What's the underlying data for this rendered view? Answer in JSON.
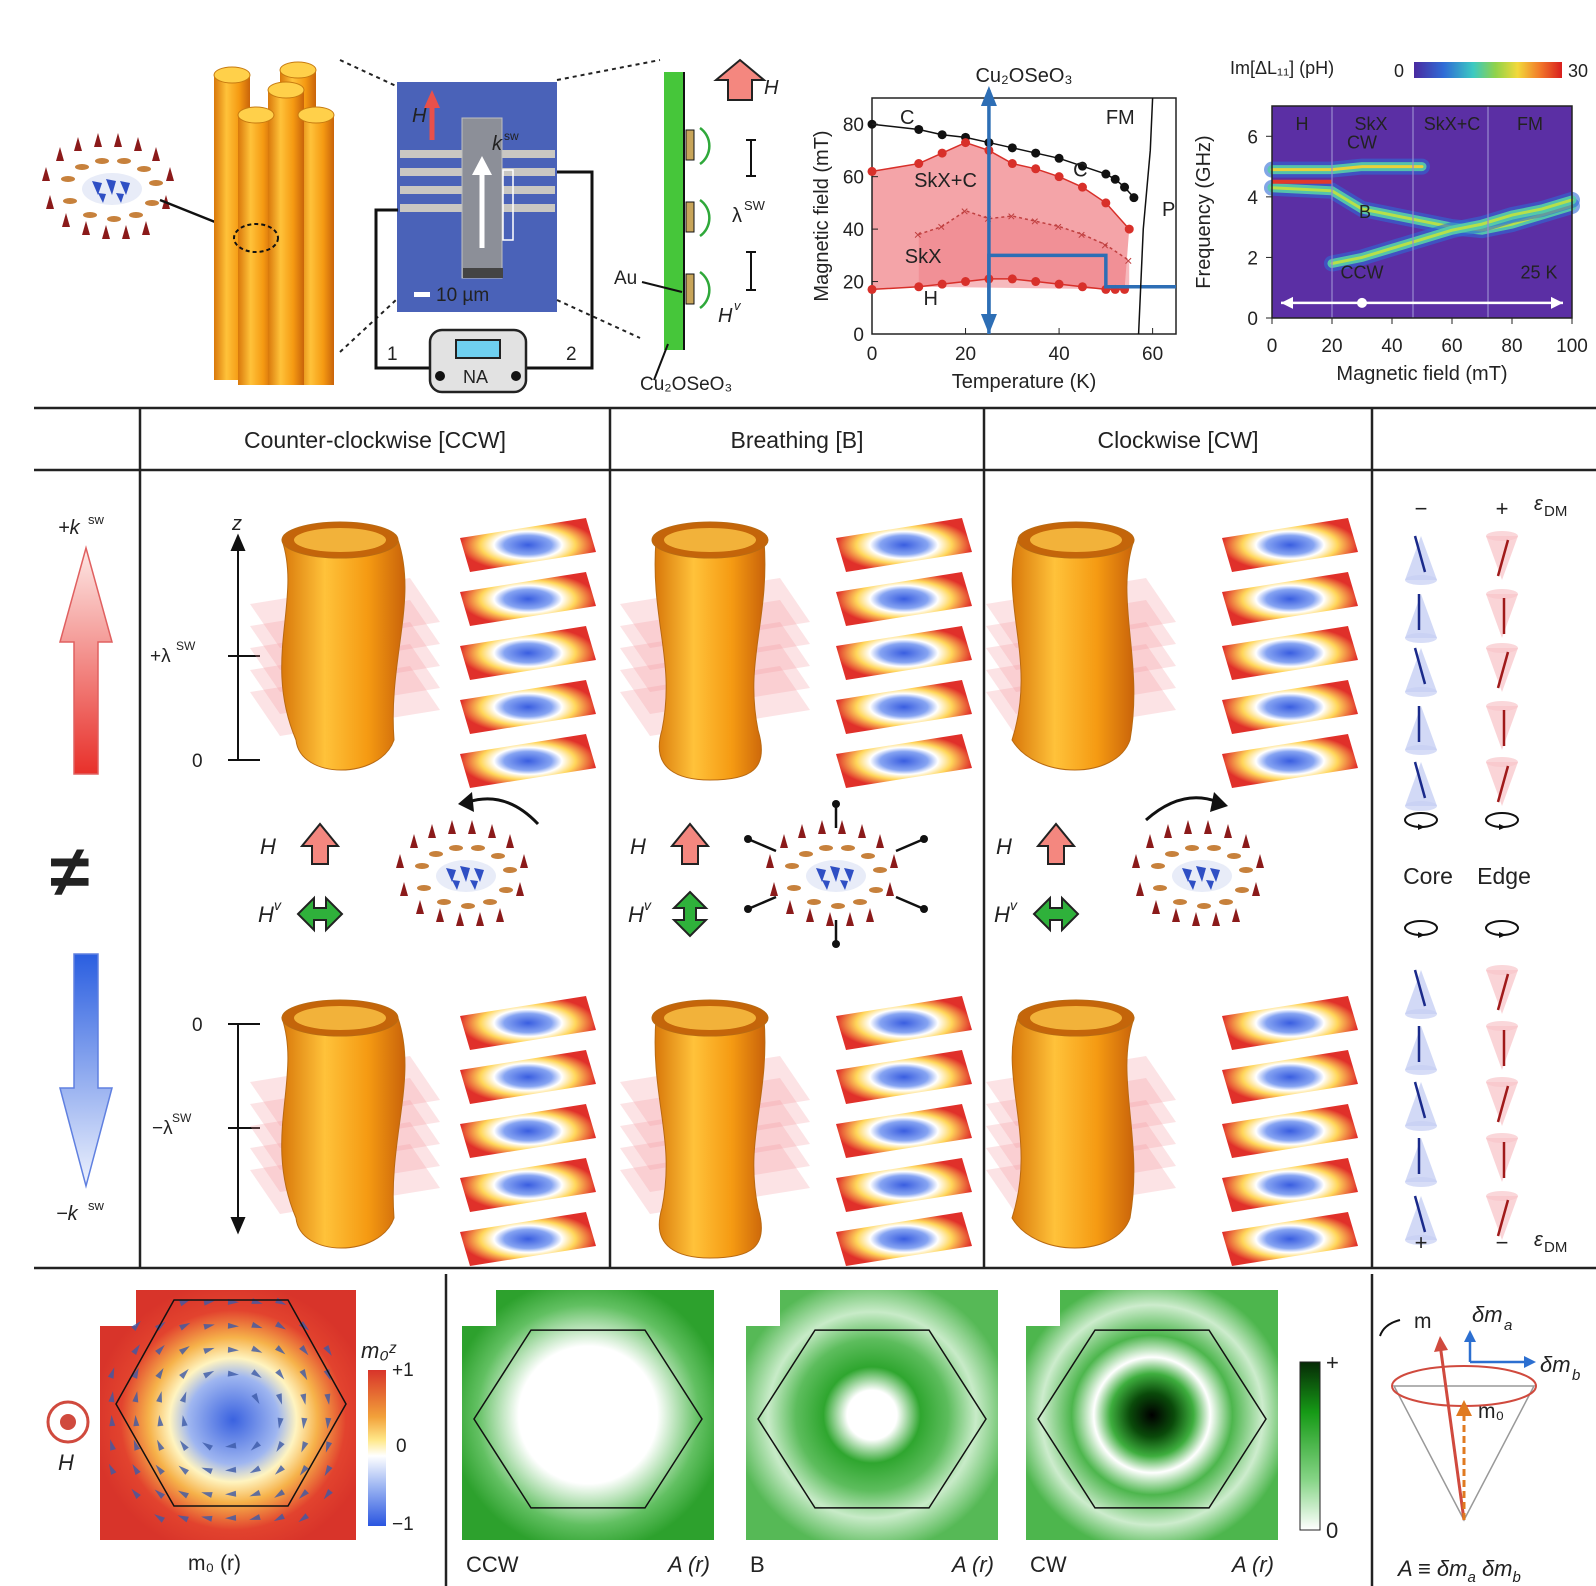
{
  "colors": {
    "red_arrow": "#f07870",
    "green_h": "#2fb13b",
    "blue_core": "#2c6fd0",
    "red_edge": "#d04a3e",
    "phase_fill": "#f4a4a8",
    "phase_fill_dark": "#ef7f86",
    "phase_line_blue": "#2d6eb5",
    "spectrum_bg": "#5b2fa4"
  },
  "icons": [
    "skyrmion-icon",
    "skyrmion-tube-icon",
    "network-analyzer-icon",
    "precession-cone-icon",
    "field-dot-icon",
    "mode-arrow-icon"
  ],
  "panel_a": {
    "device": {
      "h_label": "H",
      "k_label": "k",
      "k_sup": "sw",
      "scale_label": "10 µm",
      "port1": "1",
      "port2": "2",
      "analyzer_label": "NA"
    },
    "cross_section": {
      "h_label": "H",
      "lambda_label": "λ",
      "lambda_sup": "SW",
      "au_label": "Au",
      "hv_label": "H",
      "hv_sup": "v",
      "material_label": "Cu₂OSeO₃"
    }
  },
  "chart_data": [
    {
      "type": "line",
      "title": "Cu₂OSeO₃",
      "xlabel": "Temperature (K)",
      "ylabel": "Magnetic field (mT)",
      "xlim": [
        0,
        65
      ],
      "ylim": [
        0,
        90
      ],
      "xticks": [
        "0",
        "20",
        "40",
        "60"
      ],
      "yticks": [
        "0",
        "20",
        "40",
        "60",
        "80"
      ],
      "region_labels": [
        "C",
        "FM",
        "SkX+C",
        "C",
        "SkX",
        "H",
        "P"
      ],
      "series": [
        {
          "x": [
            0,
            10,
            15,
            20,
            25,
            30,
            35,
            40,
            45,
            50,
            52,
            54,
            56
          ],
          "y": [
            80,
            78,
            76,
            75,
            73,
            71,
            69,
            67,
            64,
            61,
            59,
            56,
            52
          ]
        },
        {
          "x": [
            0,
            10,
            15,
            20,
            25,
            30,
            35,
            40,
            45,
            50,
            55
          ],
          "y": [
            62,
            65,
            69,
            73,
            70,
            65,
            63,
            60,
            56,
            50,
            40
          ]
        },
        {
          "x": [
            10,
            15,
            20,
            25,
            30,
            35,
            40,
            45,
            50,
            55
          ],
          "y": [
            38,
            41,
            47,
            44,
            45,
            43,
            41,
            38,
            34,
            28
          ]
        },
        {
          "x": [
            0,
            10,
            15,
            20,
            25,
            30,
            35,
            40,
            45,
            50,
            52,
            54
          ],
          "y": [
            17,
            18,
            19,
            20,
            21,
            21,
            20,
            19,
            18,
            17,
            17,
            17
          ]
        },
        {
          "x": [
            25,
            25,
            50,
            50,
            65
          ],
          "y": [
            0,
            30,
            30,
            18,
            18
          ]
        }
      ],
      "phase_boundary_P": {
        "x": [
          57,
          58,
          59.5,
          60
        ],
        "y": [
          0,
          40,
          70,
          90
        ]
      }
    },
    {
      "type": "heatmap",
      "title": "Im[ΔL₁₁] (pH)",
      "colorbar_ticks": [
        "0",
        "30"
      ],
      "xlabel": "Magnetic field (mT)",
      "ylabel": "Frequency (GHz)",
      "xlim": [
        0,
        100
      ],
      "ylim": [
        0,
        7
      ],
      "xticks": [
        "0",
        "20",
        "40",
        "60",
        "80",
        "100"
      ],
      "yticks": [
        "0",
        "2",
        "4",
        "6"
      ],
      "phase_labels": [
        "H",
        "SkX",
        "SkX+C",
        "FM"
      ],
      "phase_boundaries": [
        20,
        47,
        72
      ],
      "mode_labels": [
        "CW",
        "B",
        "CCW"
      ],
      "temperature_label": "25 K",
      "series": [
        {
          "name": "CW",
          "x": [
            0,
            20,
            30,
            40,
            50
          ],
          "y": [
            4.9,
            4.9,
            5.0,
            5.0,
            5.0
          ]
        },
        {
          "name": "B",
          "x": [
            0,
            20,
            30,
            40,
            50,
            60,
            70,
            80,
            90,
            100
          ],
          "y": [
            4.3,
            4.2,
            3.6,
            3.4,
            3.2,
            3.0,
            2.9,
            3.1,
            3.4,
            3.7
          ]
        },
        {
          "name": "CCW",
          "x": [
            20,
            30,
            40,
            50,
            60,
            70,
            80,
            90,
            100
          ],
          "y": [
            1.8,
            2.0,
            2.3,
            2.6,
            2.9,
            3.1,
            3.4,
            3.6,
            3.9
          ]
        }
      ]
    }
  ],
  "panel_b": {
    "headers": [
      "Counter-clockwise [CCW]",
      "Breathing [B]",
      "Clockwise [CW]"
    ],
    "left_column": {
      "plus_k": "+k",
      "minus_k": "−k",
      "k_sup": "sw",
      "not_equal": "≠"
    },
    "z_axis_label": "z",
    "upper_ticks": [
      "+λ",
      "0"
    ],
    "lower_ticks": [
      "0",
      "−λ"
    ],
    "lambda_sup": "SW",
    "field_labels": {
      "h": "H",
      "hv": "H",
      "hv_sup": "v"
    },
    "right_column": {
      "top_signs": [
        "−",
        "+"
      ],
      "bottom_signs": [
        "+",
        "−"
      ],
      "epsilon_label": "ε",
      "epsilon_sub": "DM",
      "core_label": "Core",
      "edge_label": "Edge"
    }
  },
  "panel_c": {
    "m0_caption": "m₀ (r)",
    "colorbar_title": "m₀ᶻ",
    "colorbar_ticks": [
      "+1",
      "0",
      "−1"
    ],
    "h_label": "H",
    "maps": [
      {
        "mode": "CCW",
        "quantity": "A (r)",
        "peak": 0.0
      },
      {
        "mode": "B",
        "quantity": "A (r)",
        "peak": 0.5
      },
      {
        "mode": "CW",
        "quantity": "A (r)",
        "peak": 1.0
      }
    ],
    "green_colorbar_ticks": [
      "+",
      "0"
    ],
    "cone": {
      "m_label": "m",
      "dma_label": "δm",
      "dma_sub": "a",
      "dmb_label": "δm",
      "dmb_sub": "b",
      "m0_label": "m₀",
      "definition": "A ≡ δm",
      "def_sub_a": "a",
      "def_mid": " δm",
      "def_sub_b": "b"
    }
  }
}
